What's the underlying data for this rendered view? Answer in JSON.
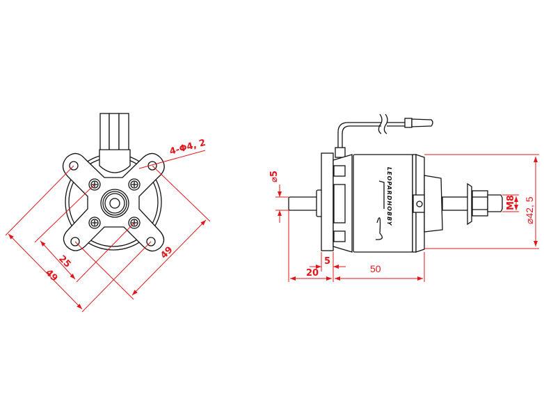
{
  "front_view": {
    "dimensions": {
      "hole_spec": "4-Φ4, 2",
      "mount_spacing_left": "49",
      "mount_spacing_right": "49",
      "screw_spacing": "25"
    }
  },
  "side_view": {
    "logo_text": "LEOPARDHOBBY",
    "dimensions": {
      "shaft_diameter": "⌀5",
      "body_diameter": "⌀42, 5",
      "thread": "M8",
      "shaft_length": "20",
      "flange_thickness": "5",
      "body_length": "50"
    }
  },
  "colors": {
    "line": "#111111",
    "dimension": "#e0161b"
  }
}
